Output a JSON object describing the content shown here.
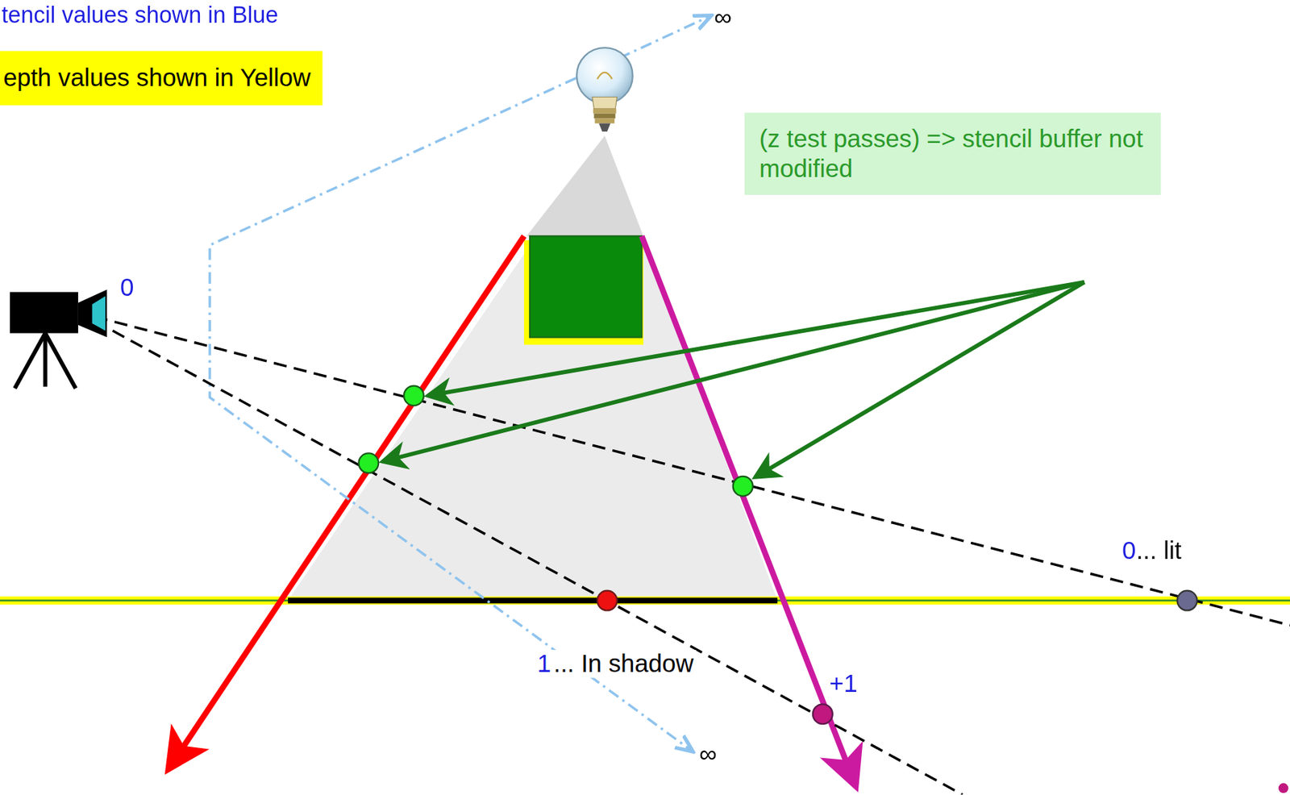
{
  "diagram": {
    "nodes": [
      {
        "text": [
          "epth values shown in Yellow"
        ]
      },
      {
        "text": [
          "(z test passes) => stencil buffer not modified"
        ]
      }
    ],
    "labels": [
      "tencil values shown in Blue",
      "∞",
      "0",
      "0",
      "... lit",
      "1",
      "... In shadow",
      "+1",
      "∞"
    ]
  }
}
